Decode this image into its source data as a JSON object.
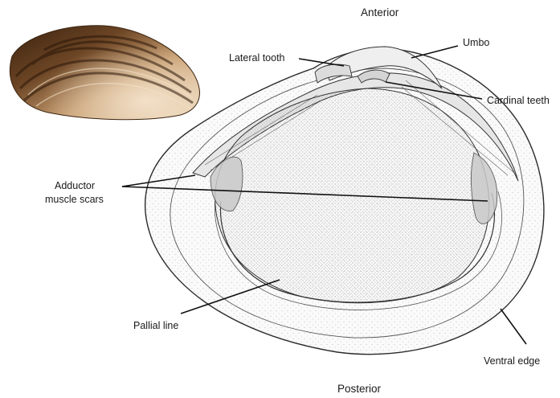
{
  "labels": {
    "anterior": "Anterior",
    "posterior": "Posterior",
    "umbo": "Umbo",
    "lateral_tooth": "Lateral tooth",
    "cardinal_teeth": "Cardinal teeth",
    "adductor_line1": "Adductor",
    "adductor_line2": "muscle scars",
    "pallial_line": "Pallial line",
    "ventral_edge": "Ventral edge"
  },
  "colors": {
    "outline": "#2b2b2b",
    "stipple": "#7a7a7a",
    "shell_photo_dark": "#4a2e14",
    "shell_photo_light": "#e8d3b4"
  }
}
